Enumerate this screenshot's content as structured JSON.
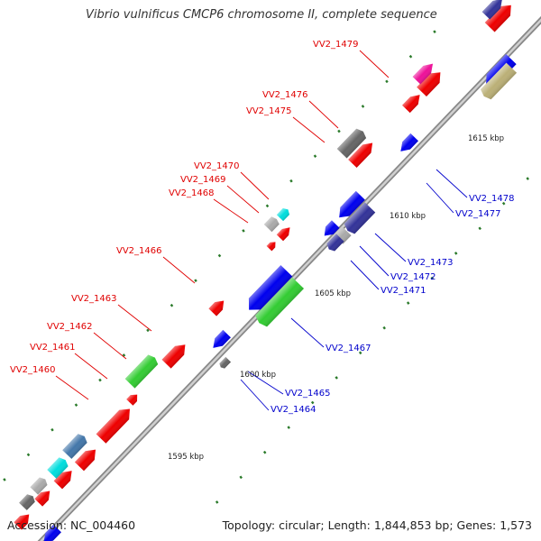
{
  "title": "Vibrio vulnificus CMCP6 chromosome II, complete sequence",
  "footer": {
    "accession": "Accession: NC_004460",
    "summary": "Topology: circular; Length: 1,844,853 bp; Genes: 1,573"
  },
  "scale_labels": [
    "1595 kbp",
    "1600 kbp",
    "1605 kbp",
    "1610 kbp",
    "1615 kbp"
  ],
  "gene_labels_forward": [
    "VV2_1460",
    "VV2_1461",
    "VV2_1462",
    "VV2_1463",
    "VV2_1466",
    "VV2_1468",
    "VV2_1469",
    "VV2_1470",
    "VV2_1475",
    "VV2_1476",
    "VV2_1479"
  ],
  "gene_labels_reverse": [
    "VV2_1464",
    "VV2_1465",
    "VV2_1467",
    "VV2_1471",
    "VV2_1472",
    "VV2_1473",
    "VV2_1477",
    "VV2_1478"
  ],
  "colors": {
    "forward_label": "#e00000",
    "reverse_label": "#0000cc",
    "red": "#ee0000",
    "blue": "#0000ee",
    "green": "#33cc33",
    "grey": "#666666",
    "navy": "#333399",
    "steel": "#4477aa",
    "cyan": "#00dddd",
    "magenta": "#ee1199",
    "khaki": "#bbb077",
    "light_grey": "#aaaaaa",
    "tick": "#2a7a2a"
  }
}
